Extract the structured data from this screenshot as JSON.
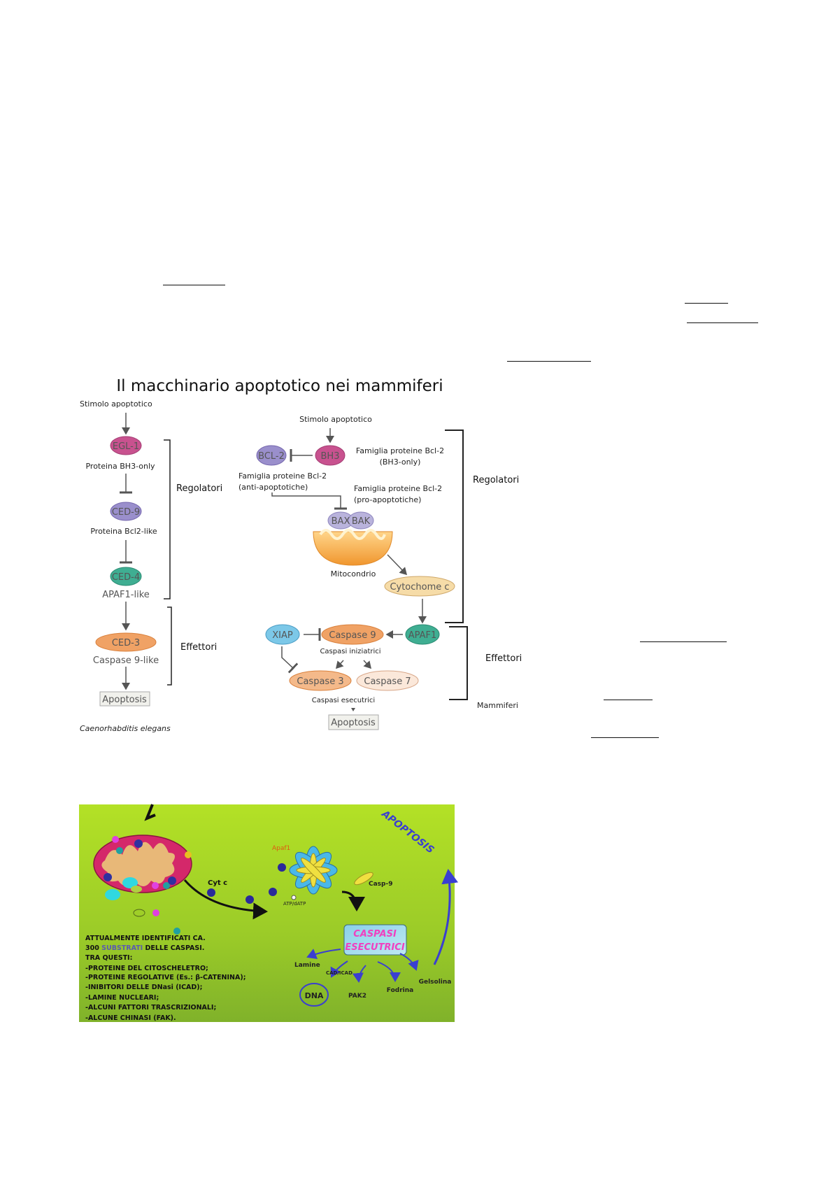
{
  "figure1": {
    "title": "Il macchinario apoptotico nei mammiferi",
    "worm": {
      "stimulus": "Stimolo apoptotico",
      "egl1": "EGL-1",
      "egl1_desc": "Proteina BH3-only",
      "ced9": "CED-9",
      "ced9_desc": "Proteina Bcl2-like",
      "ced4": "CED-4",
      "ced4_desc": "APAF1-like",
      "ced3": "CED-3",
      "ced3_desc": "Caspase 9-like",
      "apoptosis": "Apoptosis",
      "regulators": "Regolatori",
      "effectors": "Effettori",
      "species": "Caenorhabditis elegans"
    },
    "mammal": {
      "stimulus": "Stimolo apoptotico",
      "bcl2": "BCL-2",
      "bh3": "BH3",
      "bh3_desc1": "Famiglia proteine Bcl-2",
      "bh3_desc2": "(BH3-only)",
      "anti_desc1": "Famiglia proteine Bcl-2",
      "anti_desc2": "(anti-apoptotiche)",
      "pro_desc1": "Famiglia proteine Bcl-2",
      "pro_desc2": "(pro-apoptotiche)",
      "bax": "BAX",
      "bak": "BAK",
      "mito": "Mitocondrio",
      "cyt": "Cytochome c",
      "apaf1": "APAF1",
      "casp9": "Caspase 9",
      "xiap": "XIAP",
      "initiators": "Caspasi iniziatrici",
      "casp3": "Caspase 3",
      "casp7": "Caspase 7",
      "executors": "Caspasi esecutrici",
      "apoptosis": "Apoptosis",
      "regulators": "Regolatori",
      "effectors": "Effettori",
      "species": "Mammiferi"
    }
  },
  "figure2": {
    "apoptosis": "APOPTOSIS",
    "apaf1": "Apaf1",
    "cytc": "Cyt c",
    "casp9": "Casp-9",
    "atp": "ATP/dATP",
    "box1": "CASPASI",
    "box2": "ESECUTRICI",
    "lamine": "Lamine",
    "cad": "CAD/ICAD",
    "dna": "DNA",
    "pak2": "PAK2",
    "fodrina": "Fodrina",
    "gelsolina": "Gelsolina",
    "text_lines": [
      "ATTUALMENTE IDENTIFICATI CA.",
      "300 ",
      "SUBSTRATI",
      " DELLE CASPASI.",
      "TRA QUESTI:",
      "-PROTEINE DEL CITOSCHELETRO;",
      "-PROTEINE REGOLATIVE (Es.: β-CATENINA);",
      "-INIBITORI DELLE DNasi (ICAD);",
      "-LAMINE NUCLEARI;",
      "-ALCUNI FATTORI TRASCRIZIONALI;",
      "-ALCUNE CHINASI (FAK)."
    ]
  },
  "colors": {
    "green_top": "#b3e126",
    "green_bottom": "#80b22a",
    "accent_blue": "#3a3fd0"
  }
}
